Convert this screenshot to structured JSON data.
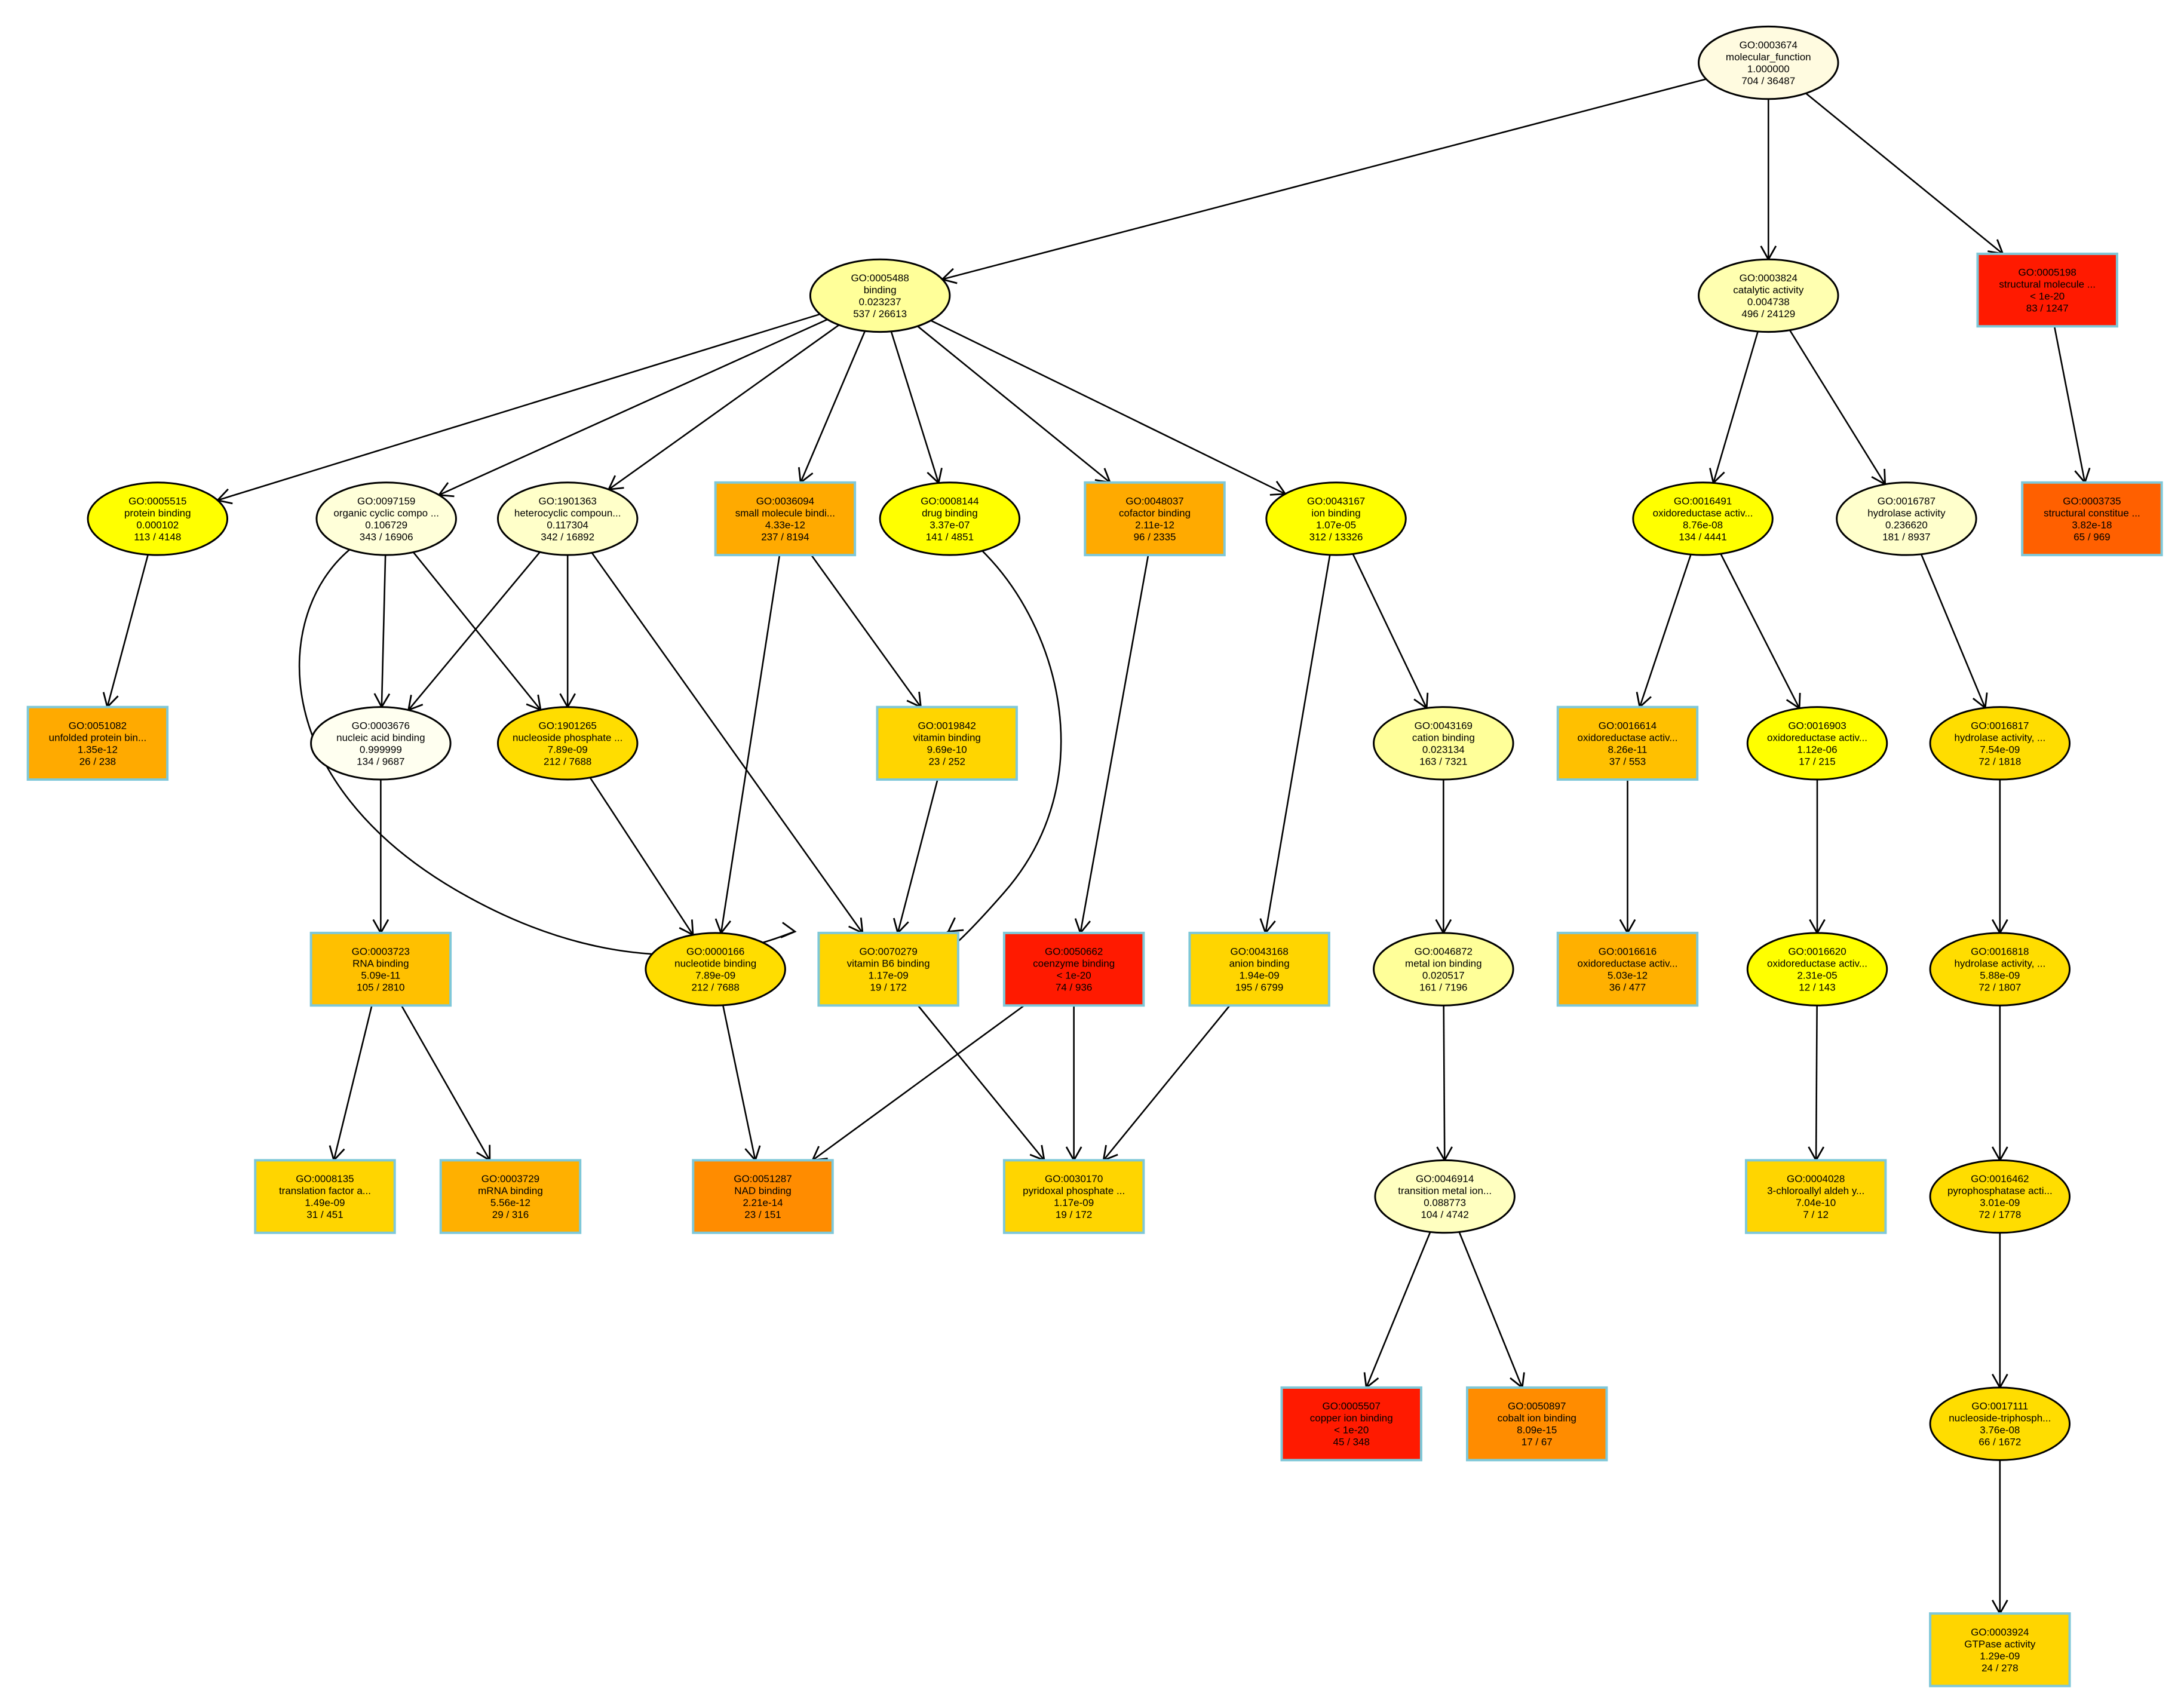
{
  "nodes": [
    {
      "key": "n3674",
      "shape": "ellipse",
      "fill": "#fffbe0",
      "lines": [
        "GO:0003674",
        "molecular_function",
        "1.000000",
        "704 / 36487"
      ]
    },
    {
      "key": "n5488",
      "shape": "ellipse",
      "fill": "#ffff99",
      "lines": [
        "GO:0005488",
        "binding",
        "0.023237",
        "537 / 26613"
      ]
    },
    {
      "key": "n3824",
      "shape": "ellipse",
      "fill": "#ffffb0",
      "lines": [
        "GO:0003824",
        "catalytic activity",
        "0.004738",
        "496 / 24129"
      ]
    },
    {
      "key": "n5198",
      "shape": "rect",
      "fill": "#ff1a00",
      "lines": [
        "GO:0005198",
        "structural molecule ...",
        "< 1e-20",
        "83 / 1247"
      ]
    },
    {
      "key": "n5515",
      "shape": "ellipse",
      "fill": "#ffff00",
      "lines": [
        "GO:0005515",
        "protein binding",
        "0.000102",
        "113 / 4148"
      ]
    },
    {
      "key": "n97159",
      "shape": "ellipse",
      "fill": "#ffffd9",
      "lines": [
        "GO:0097159",
        "organic cyclic compo ...",
        "0.106729",
        "343 / 16906"
      ]
    },
    {
      "key": "n1901363",
      "shape": "ellipse",
      "fill": "#ffffc9",
      "lines": [
        "GO:1901363",
        "heterocyclic compoun...",
        "0.117304",
        "342 / 16892"
      ]
    },
    {
      "key": "n36094",
      "shape": "rect",
      "fill": "#ffaa00",
      "lines": [
        "GO:0036094",
        "small molecule bindi...",
        "4.33e-12",
        "237 / 8194"
      ]
    },
    {
      "key": "n8144",
      "shape": "ellipse",
      "fill": "#ffff00",
      "lines": [
        "GO:0008144",
        "drug binding",
        "3.37e-07",
        "141 / 4851"
      ]
    },
    {
      "key": "n48037",
      "shape": "rect",
      "fill": "#ffaa00",
      "lines": [
        "GO:0048037",
        "cofactor binding",
        "2.11e-12",
        "96 / 2335"
      ]
    },
    {
      "key": "n43167",
      "shape": "ellipse",
      "fill": "#ffff00",
      "lines": [
        "GO:0043167",
        "ion binding",
        "1.07e-05",
        "312 / 13326"
      ]
    },
    {
      "key": "n16491",
      "shape": "ellipse",
      "fill": "#ffff00",
      "lines": [
        "GO:0016491",
        "oxidoreductase activ...",
        "8.76e-08",
        "134 / 4441"
      ]
    },
    {
      "key": "n16787",
      "shape": "ellipse",
      "fill": "#ffffcc",
      "lines": [
        "GO:0016787",
        "hydrolase activity",
        "0.236620",
        "181 / 8937"
      ]
    },
    {
      "key": "n3735",
      "shape": "rect",
      "fill": "#ff6000",
      "lines": [
        "GO:0003735",
        "structural constitue ...",
        "3.82e-18",
        "65 / 969"
      ]
    },
    {
      "key": "n51082",
      "shape": "rect",
      "fill": "#ffaa00",
      "lines": [
        "GO:0051082",
        "unfolded protein bin...",
        "1.35e-12",
        "26 / 238"
      ]
    },
    {
      "key": "n3676",
      "shape": "ellipse",
      "fill": "#fffff0",
      "lines": [
        "GO:0003676",
        "nucleic acid binding",
        "0.999999",
        "134 / 9687"
      ]
    },
    {
      "key": "n1901265",
      "shape": "ellipse",
      "fill": "#ffdd00",
      "lines": [
        "GO:1901265",
        "nucleoside phosphate ...",
        "7.89e-09",
        "212 / 7688"
      ]
    },
    {
      "key": "n19842",
      "shape": "rect",
      "fill": "#ffd500",
      "lines": [
        "GO:0019842",
        "vitamin binding",
        "9.69e-10",
        "23 / 252"
      ]
    },
    {
      "key": "n43169",
      "shape": "ellipse",
      "fill": "#ffff99",
      "lines": [
        "GO:0043169",
        "cation binding",
        "0.023134",
        "163 / 7321"
      ]
    },
    {
      "key": "n16614",
      "shape": "rect",
      "fill": "#ffc000",
      "lines": [
        "GO:0016614",
        "oxidoreductase activ...",
        "8.26e-11",
        "37 / 553"
      ]
    },
    {
      "key": "n16903",
      "shape": "ellipse",
      "fill": "#ffff00",
      "lines": [
        "GO:0016903",
        "oxidoreductase activ...",
        "1.12e-06",
        "17 / 215"
      ]
    },
    {
      "key": "n16817",
      "shape": "ellipse",
      "fill": "#ffdd00",
      "lines": [
        "GO:0016817",
        "hydrolase activity, ...",
        "7.54e-09",
        "72 / 1818"
      ]
    },
    {
      "key": "n3723",
      "shape": "rect",
      "fill": "#ffc000",
      "lines": [
        "GO:0003723",
        "RNA binding",
        "5.09e-11",
        "105 / 2810"
      ]
    },
    {
      "key": "n166",
      "shape": "ellipse",
      "fill": "#ffdd00",
      "lines": [
        "GO:0000166",
        "nucleotide binding",
        "7.89e-09",
        "212 / 7688"
      ]
    },
    {
      "key": "n70279",
      "shape": "rect",
      "fill": "#ffd500",
      "lines": [
        "GO:0070279",
        "vitamin B6 binding",
        "1.17e-09",
        "19 / 172"
      ]
    },
    {
      "key": "n50662",
      "shape": "rect",
      "fill": "#ff1a00",
      "lines": [
        "GO:0050662",
        "coenzyme binding",
        "< 1e-20",
        "74 / 936"
      ]
    },
    {
      "key": "n43168",
      "shape": "rect",
      "fill": "#ffd500",
      "lines": [
        "GO:0043168",
        "anion binding",
        "1.94e-09",
        "195 / 6799"
      ]
    },
    {
      "key": "n46872",
      "shape": "ellipse",
      "fill": "#ffff99",
      "lines": [
        "GO:0046872",
        "metal ion binding",
        "0.020517",
        "161 / 7196"
      ]
    },
    {
      "key": "n16616",
      "shape": "rect",
      "fill": "#ffb000",
      "lines": [
        "GO:0016616",
        "oxidoreductase activ...",
        "5.03e-12",
        "36 / 477"
      ]
    },
    {
      "key": "n16620",
      "shape": "ellipse",
      "fill": "#ffff00",
      "lines": [
        "GO:0016620",
        "oxidoreductase activ...",
        "2.31e-05",
        "12 / 143"
      ]
    },
    {
      "key": "n16818",
      "shape": "ellipse",
      "fill": "#ffdd00",
      "lines": [
        "GO:0016818",
        "hydrolase activity, ...",
        "5.88e-09",
        "72 / 1807"
      ]
    },
    {
      "key": "n8135",
      "shape": "rect",
      "fill": "#ffd500",
      "lines": [
        "GO:0008135",
        "translation factor a...",
        "1.49e-09",
        "31 / 451"
      ]
    },
    {
      "key": "n3729",
      "shape": "rect",
      "fill": "#ffb000",
      "lines": [
        "GO:0003729",
        "mRNA binding",
        "5.56e-12",
        "29 / 316"
      ]
    },
    {
      "key": "n51287",
      "shape": "rect",
      "fill": "#ff8c00",
      "lines": [
        "GO:0051287",
        "NAD binding",
        "2.21e-14",
        "23 / 151"
      ]
    },
    {
      "key": "n30170",
      "shape": "rect",
      "fill": "#ffd500",
      "lines": [
        "GO:0030170",
        "pyridoxal phosphate ...",
        "1.17e-09",
        "19 / 172"
      ]
    },
    {
      "key": "n46914",
      "shape": "ellipse",
      "fill": "#ffffc0",
      "lines": [
        "GO:0046914",
        "transition metal ion...",
        "0.088773",
        "104 / 4742"
      ]
    },
    {
      "key": "n4028",
      "shape": "rect",
      "fill": "#ffd500",
      "lines": [
        "GO:0004028",
        "3-chloroallyl aldeh y...",
        "7.04e-10",
        "7 / 12"
      ]
    },
    {
      "key": "n16462",
      "shape": "ellipse",
      "fill": "#ffdd00",
      "lines": [
        "GO:0016462",
        "pyrophosphatase acti...",
        "3.01e-09",
        "72 / 1778"
      ]
    },
    {
      "key": "n5507",
      "shape": "rect",
      "fill": "#ff1a00",
      "lines": [
        "GO:0005507",
        "copper ion binding",
        "< 1e-20",
        "45 / 348"
      ]
    },
    {
      "key": "n50897",
      "shape": "rect",
      "fill": "#ff8c00",
      "lines": [
        "GO:0050897",
        "cobalt ion binding",
        "8.09e-15",
        "17 / 67"
      ]
    },
    {
      "key": "n17111",
      "shape": "ellipse",
      "fill": "#ffdd00",
      "lines": [
        "GO:0017111",
        "nucleoside-triphosph...",
        "3.76e-08",
        "66 / 1672"
      ]
    },
    {
      "key": "n3924",
      "shape": "rect",
      "fill": "#ffd500",
      "lines": [
        "GO:0003924",
        "GTPase activity",
        "1.29e-09",
        "24 / 278"
      ]
    }
  ],
  "edges": [
    [
      "n3674",
      "n5488"
    ],
    [
      "n3674",
      "n3824"
    ],
    [
      "n3674",
      "n5198"
    ],
    [
      "n5488",
      "n5515"
    ],
    [
      "n5488",
      "n97159"
    ],
    [
      "n5488",
      "n1901363"
    ],
    [
      "n5488",
      "n36094"
    ],
    [
      "n5488",
      "n8144"
    ],
    [
      "n5488",
      "n48037"
    ],
    [
      "n5488",
      "n43167"
    ],
    [
      "n3824",
      "n16491"
    ],
    [
      "n3824",
      "n16787"
    ],
    [
      "n5198",
      "n3735"
    ],
    [
      "n5515",
      "n51082"
    ],
    [
      "n97159",
      "n3676"
    ],
    [
      "n97159",
      "n1901265"
    ],
    [
      "n97159",
      "n70279"
    ],
    [
      "n1901363",
      "n3676"
    ],
    [
      "n1901363",
      "n1901265"
    ],
    [
      "n1901363",
      "n70279"
    ],
    [
      "n36094",
      "n166"
    ],
    [
      "n36094",
      "n19842"
    ],
    [
      "n8144",
      "n70279"
    ],
    [
      "n48037",
      "n50662"
    ],
    [
      "n43167",
      "n43168"
    ],
    [
      "n43167",
      "n43169"
    ],
    [
      "n16491",
      "n16614"
    ],
    [
      "n16491",
      "n16903"
    ],
    [
      "n16787",
      "n16817"
    ],
    [
      "n3676",
      "n3723"
    ],
    [
      "n1901265",
      "n166"
    ],
    [
      "n19842",
      "n70279"
    ],
    [
      "n43169",
      "n46872"
    ],
    [
      "n16614",
      "n16616"
    ],
    [
      "n16903",
      "n16620"
    ],
    [
      "n16817",
      "n16818"
    ],
    [
      "n3723",
      "n8135"
    ],
    [
      "n3723",
      "n3729"
    ],
    [
      "n166",
      "n51287"
    ],
    [
      "n70279",
      "n30170"
    ],
    [
      "n50662",
      "n51287"
    ],
    [
      "n50662",
      "n30170"
    ],
    [
      "n43168",
      "n30170"
    ],
    [
      "n46872",
      "n46914"
    ],
    [
      "n16620",
      "n4028"
    ],
    [
      "n16818",
      "n16462"
    ],
    [
      "n46914",
      "n5507"
    ],
    [
      "n46914",
      "n50897"
    ],
    [
      "n16462",
      "n17111"
    ],
    [
      "n17111",
      "n3924"
    ]
  ],
  "colors": {
    "edge": "#000000",
    "rect_border": "#7fc8d8",
    "ellipse_border": "#000000"
  }
}
